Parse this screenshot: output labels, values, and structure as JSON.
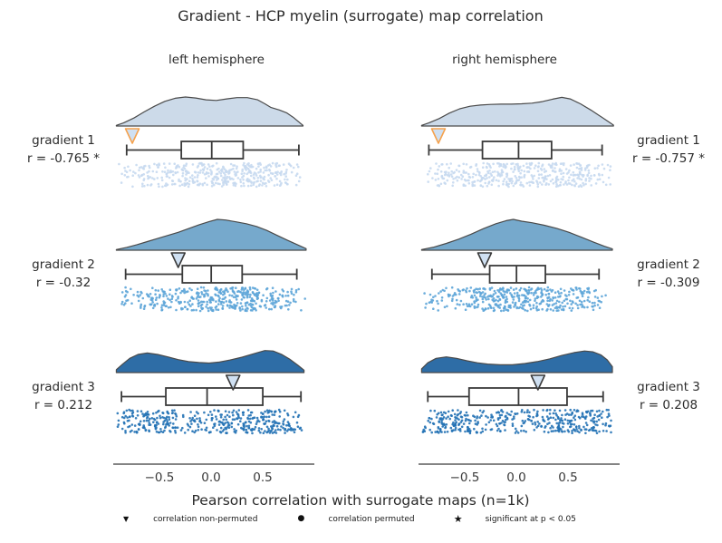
{
  "title": "Gradient - HCP myelin (surrogate) map correlation",
  "xlabel": "Pearson correlation with surrogate maps (n=1k)",
  "legend": {
    "items": [
      {
        "marker": "triangle-down",
        "glyph": "▼",
        "label": "correlation non-permuted"
      },
      {
        "marker": "circle",
        "glyph": "●",
        "label": "correlation permuted"
      },
      {
        "marker": "star",
        "glyph": "★",
        "label": "significant at p < 0.05"
      }
    ]
  },
  "chart_data": {
    "type": "raincloud",
    "title": "Gradient - HCP myelin (surrogate) map correlation",
    "xlabel": "Pearson correlation with surrogate maps (n=1k)",
    "columns": [
      "left hemisphere",
      "right hemisphere"
    ],
    "xlim": [
      -0.95,
      1.0
    ],
    "x_ticks": [
      -0.5,
      0.0,
      0.5
    ],
    "x_tick_labels": [
      "−0.5",
      "0.0",
      "0.5"
    ],
    "n_surrogates_label": "n=1k",
    "points_per_row": 420,
    "colors": [
      {
        "density_fill": "#ccdae9",
        "dot_fill": "#c7d9ef",
        "marker_edge": "#f5a24e",
        "marker_fill": "#cfe0f2"
      },
      {
        "density_fill": "#76a9cc",
        "dot_fill": "#5da5d8",
        "marker_edge": "#3a3a3a",
        "marker_fill": "#cfe0f2"
      },
      {
        "density_fill": "#2e6da6",
        "dot_fill": "#2372b5",
        "marker_edge": "#3a3a3a",
        "marker_fill": "#cfe0f2"
      }
    ],
    "stroke_color": "#3a3a3a",
    "density_stroke": "#4a4a4a",
    "panels": [
      {
        "hemisphere": "left hemisphere",
        "rows": [
          {
            "label": "gradient 1",
            "r_text": "r = -0.765 *",
            "r": -0.765,
            "significant": true,
            "box": {
              "whisker_low": -0.82,
              "q1": -0.29,
              "median": 0.005,
              "q3": 0.31,
              "whisker_high": 0.85
            },
            "density": [
              [
                -0.92,
                0.02
              ],
              [
                -0.85,
                0.1
              ],
              [
                -0.75,
                0.26
              ],
              [
                -0.65,
                0.46
              ],
              [
                -0.55,
                0.64
              ],
              [
                -0.45,
                0.8
              ],
              [
                -0.35,
                0.9
              ],
              [
                -0.25,
                0.94
              ],
              [
                -0.15,
                0.91
              ],
              [
                -0.05,
                0.85
              ],
              [
                0.05,
                0.83
              ],
              [
                0.15,
                0.88
              ],
              [
                0.25,
                0.92
              ],
              [
                0.35,
                0.92
              ],
              [
                0.45,
                0.85
              ],
              [
                0.52,
                0.72
              ],
              [
                0.58,
                0.6
              ],
              [
                0.66,
                0.52
              ],
              [
                0.73,
                0.43
              ],
              [
                0.8,
                0.27
              ],
              [
                0.86,
                0.1
              ],
              [
                0.89,
                0.02
              ]
            ]
          },
          {
            "label": "gradient 2",
            "r_text": "r = -0.32",
            "r": -0.32,
            "significant": false,
            "box": {
              "whisker_low": -0.83,
              "q1": -0.28,
              "median": 0.0,
              "q3": 0.3,
              "whisker_high": 0.83
            },
            "density": [
              [
                -0.92,
                0.02
              ],
              [
                -0.82,
                0.09
              ],
              [
                -0.72,
                0.18
              ],
              [
                -0.62,
                0.28
              ],
              [
                -0.52,
                0.38
              ],
              [
                -0.42,
                0.48
              ],
              [
                -0.32,
                0.58
              ],
              [
                -0.22,
                0.7
              ],
              [
                -0.12,
                0.82
              ],
              [
                -0.02,
                0.93
              ],
              [
                0.06,
                1.0
              ],
              [
                0.14,
                0.98
              ],
              [
                0.24,
                0.92
              ],
              [
                0.34,
                0.86
              ],
              [
                0.44,
                0.77
              ],
              [
                0.54,
                0.64
              ],
              [
                0.64,
                0.48
              ],
              [
                0.74,
                0.32
              ],
              [
                0.84,
                0.17
              ],
              [
                0.92,
                0.05
              ]
            ]
          },
          {
            "label": "gradient 3",
            "r_text": "r = 0.212",
            "r": 0.212,
            "significant": false,
            "box": {
              "whisker_low": -0.87,
              "q1": -0.44,
              "median": -0.04,
              "q3": 0.5,
              "whisker_high": 0.87
            },
            "density": [
              [
                -0.92,
                0.12
              ],
              [
                -0.86,
                0.34
              ],
              [
                -0.79,
                0.58
              ],
              [
                -0.71,
                0.74
              ],
              [
                -0.62,
                0.8
              ],
              [
                -0.52,
                0.74
              ],
              [
                -0.42,
                0.64
              ],
              [
                -0.32,
                0.53
              ],
              [
                -0.22,
                0.45
              ],
              [
                -0.12,
                0.41
              ],
              [
                -0.02,
                0.39
              ],
              [
                0.08,
                0.43
              ],
              [
                0.18,
                0.51
              ],
              [
                0.3,
                0.63
              ],
              [
                0.42,
                0.78
              ],
              [
                0.52,
                0.9
              ],
              [
                0.6,
                0.88
              ],
              [
                0.68,
                0.75
              ],
              [
                0.76,
                0.55
              ],
              [
                0.84,
                0.3
              ],
              [
                0.9,
                0.1
              ]
            ]
          }
        ]
      },
      {
        "hemisphere": "right hemisphere",
        "rows": [
          {
            "label": "gradient 1",
            "r_text": "r = -0.757 *",
            "r": -0.757,
            "significant": true,
            "box": {
              "whisker_low": -0.85,
              "q1": -0.33,
              "median": 0.02,
              "q3": 0.34,
              "whisker_high": 0.83
            },
            "density": [
              [
                -0.92,
                0.02
              ],
              [
                -0.85,
                0.1
              ],
              [
                -0.75,
                0.24
              ],
              [
                -0.65,
                0.42
              ],
              [
                -0.55,
                0.56
              ],
              [
                -0.45,
                0.64
              ],
              [
                -0.35,
                0.68
              ],
              [
                -0.25,
                0.7
              ],
              [
                -0.15,
                0.71
              ],
              [
                -0.05,
                0.71
              ],
              [
                0.05,
                0.72
              ],
              [
                0.15,
                0.74
              ],
              [
                0.25,
                0.79
              ],
              [
                0.35,
                0.87
              ],
              [
                0.44,
                0.93
              ],
              [
                0.52,
                0.88
              ],
              [
                0.62,
                0.72
              ],
              [
                0.72,
                0.52
              ],
              [
                0.82,
                0.3
              ],
              [
                0.9,
                0.12
              ],
              [
                0.94,
                0.03
              ]
            ]
          },
          {
            "label": "gradient 2",
            "r_text": "r = -0.309",
            "r": -0.309,
            "significant": false,
            "box": {
              "whisker_low": -0.82,
              "q1": -0.26,
              "median": 0.0,
              "q3": 0.28,
              "whisker_high": 0.8
            },
            "density": [
              [
                -0.92,
                0.02
              ],
              [
                -0.8,
                0.1
              ],
              [
                -0.68,
                0.22
              ],
              [
                -0.56,
                0.36
              ],
              [
                -0.44,
                0.52
              ],
              [
                -0.32,
                0.7
              ],
              [
                -0.2,
                0.86
              ],
              [
                -0.1,
                0.96
              ],
              [
                -0.03,
                1.0
              ],
              [
                0.05,
                0.94
              ],
              [
                0.15,
                0.89
              ],
              [
                0.27,
                0.81
              ],
              [
                0.39,
                0.71
              ],
              [
                0.51,
                0.58
              ],
              [
                0.63,
                0.42
              ],
              [
                0.75,
                0.26
              ],
              [
                0.85,
                0.13
              ],
              [
                0.93,
                0.04
              ]
            ]
          },
          {
            "label": "gradient 3",
            "r_text": "r = 0.208",
            "r": 0.208,
            "significant": false,
            "box": {
              "whisker_low": -0.86,
              "q1": -0.46,
              "median": 0.02,
              "q3": 0.49,
              "whisker_high": 0.84
            },
            "density": [
              [
                -0.92,
                0.15
              ],
              [
                -0.86,
                0.4
              ],
              [
                -0.78,
                0.58
              ],
              [
                -0.68,
                0.64
              ],
              [
                -0.58,
                0.58
              ],
              [
                -0.48,
                0.48
              ],
              [
                -0.38,
                0.4
              ],
              [
                -0.28,
                0.35
              ],
              [
                -0.16,
                0.32
              ],
              [
                -0.04,
                0.32
              ],
              [
                0.08,
                0.37
              ],
              [
                0.2,
                0.45
              ],
              [
                0.32,
                0.56
              ],
              [
                0.44,
                0.7
              ],
              [
                0.56,
                0.82
              ],
              [
                0.66,
                0.88
              ],
              [
                0.74,
                0.85
              ],
              [
                0.82,
                0.72
              ],
              [
                0.88,
                0.52
              ],
              [
                0.93,
                0.24
              ]
            ]
          }
        ]
      }
    ]
  }
}
